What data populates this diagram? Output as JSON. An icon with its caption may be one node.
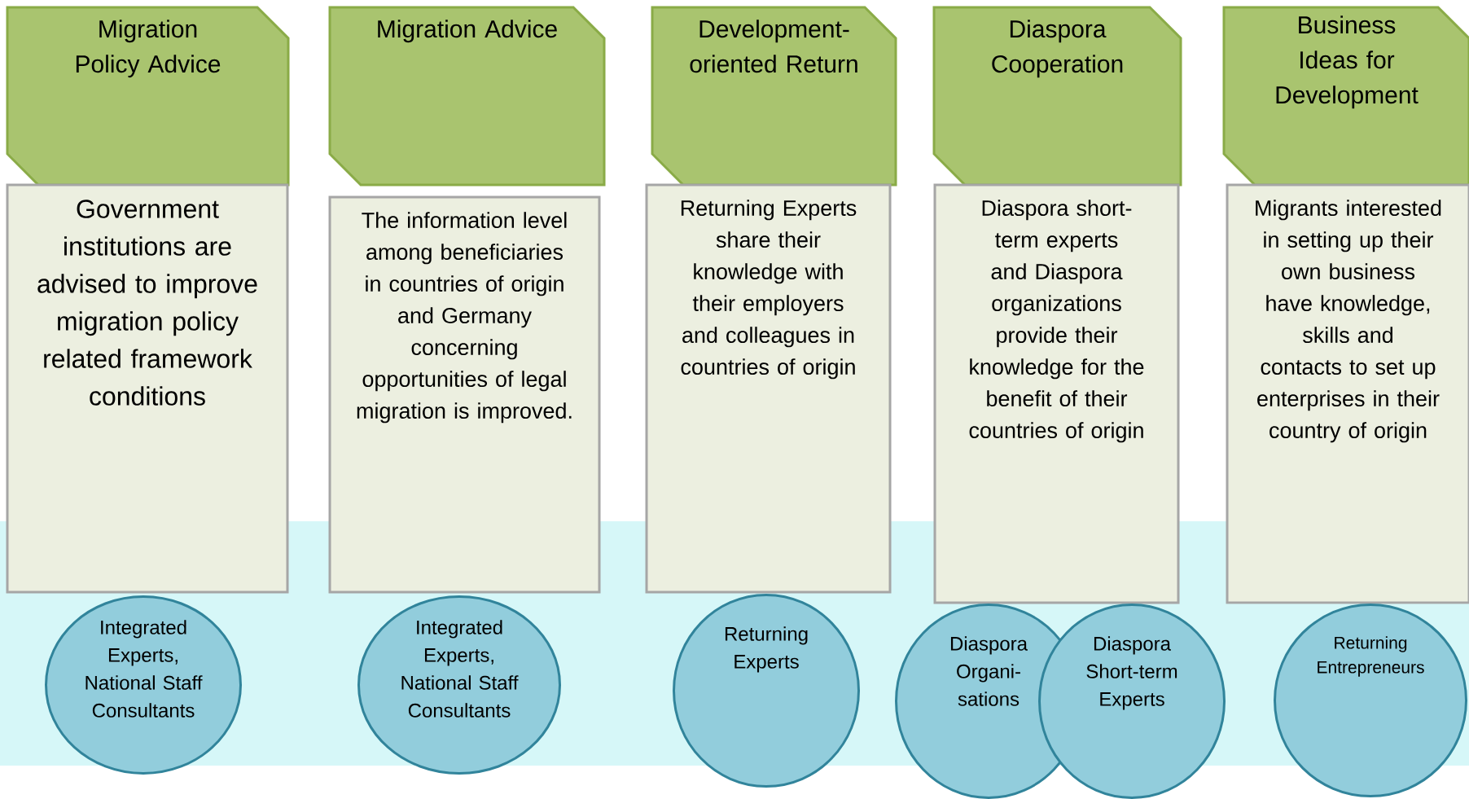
{
  "diagram": {
    "nodes": [
      {
        "text": [
          "Migration Policy Advice"
        ]
      },
      {
        "text": [
          "Government institutions are advised to improve migration policy related framework conditions"
        ]
      },
      {
        "text": [
          "Integrated Experts, National Staff Consultants"
        ]
      },
      {
        "text": [
          "Migration Advice"
        ]
      },
      {
        "text": [
          "The information level among beneficiaries in countries of origin and Germany concerning opportunities of legal migration is improved."
        ]
      },
      {
        "text": [
          "Integrated Experts, National Staff Consultants"
        ]
      },
      {
        "text": [
          "Development-oriented Return"
        ]
      },
      {
        "text": [
          "Returning Experts share their knowledge with their employers and colleagues in countries of origin"
        ]
      },
      {
        "text": [
          "Returning Experts"
        ]
      },
      {
        "text": [
          "Diaspora Cooperation"
        ]
      },
      {
        "text": [
          "Diaspora short-term experts and Diaspora organizations provide their knowledge for the benefit of their countries of origin"
        ]
      },
      {
        "text": [
          "Diaspora Organi-sations"
        ]
      },
      {
        "text": [
          "Diaspora Short-term Experts"
        ]
      },
      {
        "text": [
          "Business Ideas for Development"
        ]
      },
      {
        "text": [
          "Migrants interested in setting up their own business have knowledge, skills and contacts to set up enterprises in their country of origin"
        ]
      },
      {
        "text": [
          "Returning Entrepreneurs"
        ]
      }
    ],
    "edges": []
  }
}
